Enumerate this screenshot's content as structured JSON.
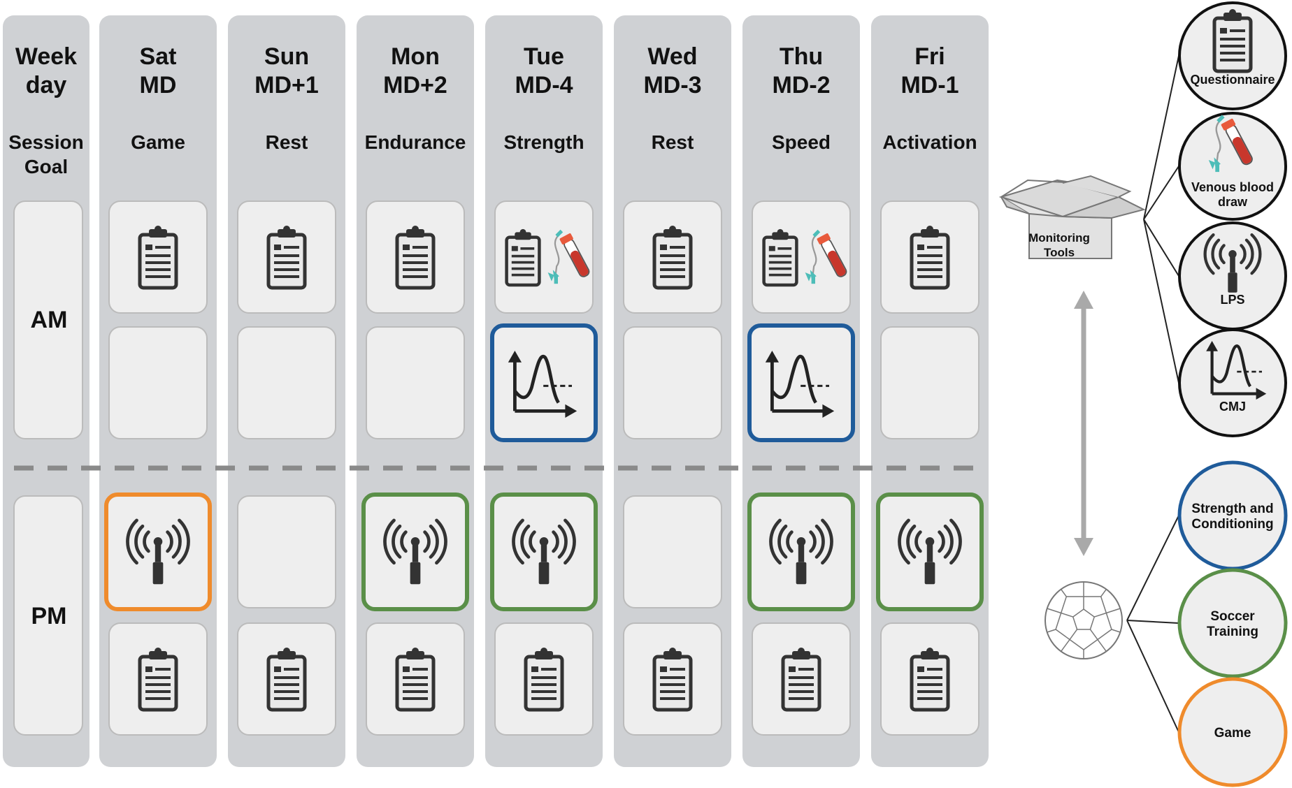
{
  "header_col": {
    "weekday_line1": "Week",
    "weekday_line2": "day",
    "goal_line1": "Session",
    "goal_line2": "Goal",
    "am_label": "AM",
    "pm_label": "PM"
  },
  "days": [
    {
      "day": "Sat",
      "md": "MD",
      "goal": "Game",
      "am1": [
        "questionnaire"
      ],
      "am2": null,
      "pm1": "game",
      "pm2": [
        "questionnaire"
      ]
    },
    {
      "day": "Sun",
      "md": "MD+1",
      "goal": "Rest",
      "am1": [
        "questionnaire"
      ],
      "am2": null,
      "pm1": null,
      "pm2": [
        "questionnaire"
      ]
    },
    {
      "day": "Mon",
      "md": "MD+2",
      "goal": "Endurance",
      "am1": [
        "questionnaire"
      ],
      "am2": null,
      "pm1": "soccer",
      "pm2": [
        "questionnaire"
      ]
    },
    {
      "day": "Tue",
      "md": "MD-4",
      "goal": "Strength",
      "am1": [
        "questionnaire",
        "blood"
      ],
      "am2": "cmj",
      "pm1": "soccer",
      "pm2": [
        "questionnaire"
      ]
    },
    {
      "day": "Wed",
      "md": "MD-3",
      "goal": "Rest",
      "am1": [
        "questionnaire"
      ],
      "am2": null,
      "pm1": null,
      "pm2": [
        "questionnaire"
      ]
    },
    {
      "day": "Thu",
      "md": "MD-2",
      "goal": "Speed",
      "am1": [
        "questionnaire",
        "blood"
      ],
      "am2": "cmj",
      "pm1": "soccer",
      "pm2": [
        "questionnaire"
      ]
    },
    {
      "day": "Fri",
      "md": "MD-1",
      "goal": "Activation",
      "am1": [
        "questionnaire"
      ],
      "am2": null,
      "pm1": "soccer",
      "pm2": [
        "questionnaire"
      ]
    }
  ],
  "monitoring_box_label_line1": "Monitoring",
  "monitoring_box_label_line2": "Tools",
  "tools": [
    {
      "icon": "questionnaire",
      "label_lines": [
        "Questionnaire"
      ]
    },
    {
      "icon": "blood",
      "label_lines": [
        "Venous blood",
        "draw"
      ]
    },
    {
      "icon": "lps",
      "label_lines": [
        "LPS"
      ]
    },
    {
      "icon": "cmj",
      "label_lines": [
        "CMJ"
      ]
    }
  ],
  "session_types": [
    {
      "key": "strength",
      "label_lines": [
        "Strength and",
        "Conditioning"
      ]
    },
    {
      "key": "soccer",
      "label_lines": [
        "Soccer",
        "Training"
      ]
    },
    {
      "key": "game",
      "label_lines": [
        "Game"
      ]
    }
  ],
  "colors": {
    "column_bg": "#cfd1d4",
    "cell_bg": "#eeeeee",
    "strength": "#1f5b9a",
    "soccer": "#5a8f48",
    "game": "#ef8b2c",
    "icon": "#333333",
    "teal": "#4dbdb8",
    "red": "#c8372c"
  }
}
